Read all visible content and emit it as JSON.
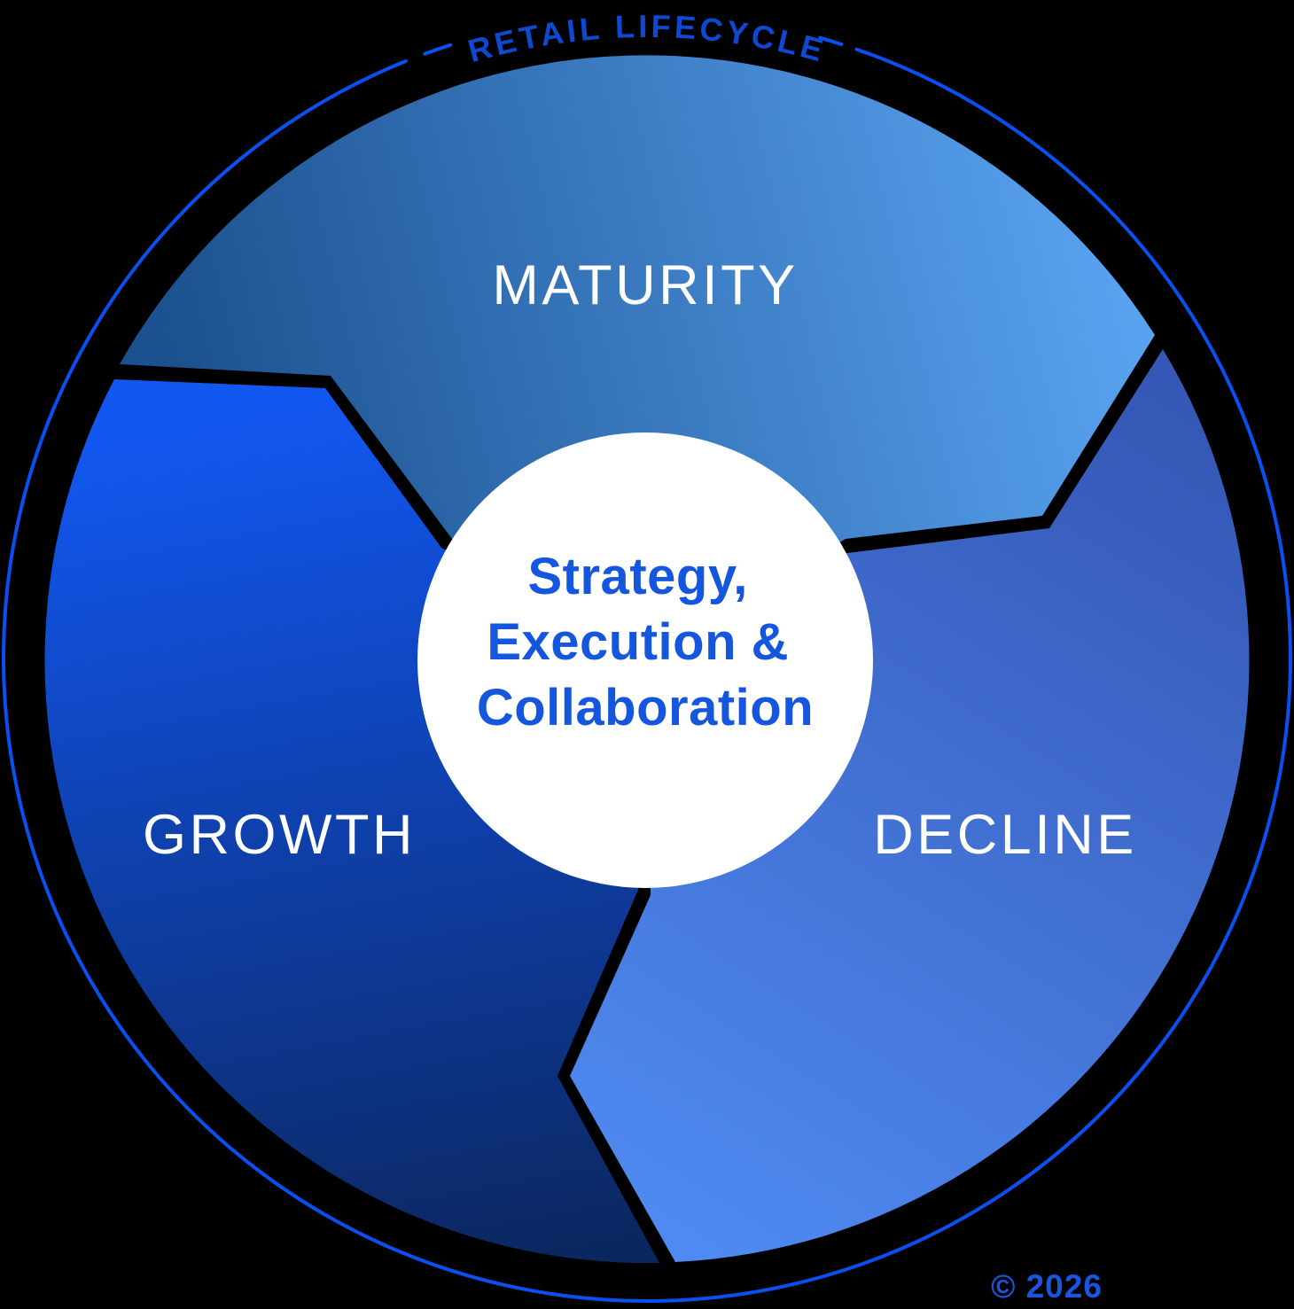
{
  "diagram": {
    "arc_title": "RETAIL LIFECYCLE",
    "segments": {
      "maturity": {
        "label": "MATURITY"
      },
      "growth": {
        "label": "GROWTH"
      },
      "decline": {
        "label": "DECLINE"
      }
    },
    "center": {
      "line1": "Strategy,",
      "line2": "Execution &",
      "line3": "Collaboration"
    },
    "footer": "© 2026",
    "colors": {
      "background": "#000000",
      "ring": "#0a4ff0",
      "arc_title_text": "#0d49d2",
      "maturity_from": "#1c518f",
      "maturity_to": "#5ba6f4",
      "growth_from": "#1257f0",
      "growth_to": "#0b2760",
      "decline_from": "#3557b5",
      "decline_to": "#4f8bf2",
      "center_circle": "#ffffff",
      "center_text": "#1456dd",
      "label_text": "#ffffff",
      "footer_text": "#1b54dd"
    }
  }
}
